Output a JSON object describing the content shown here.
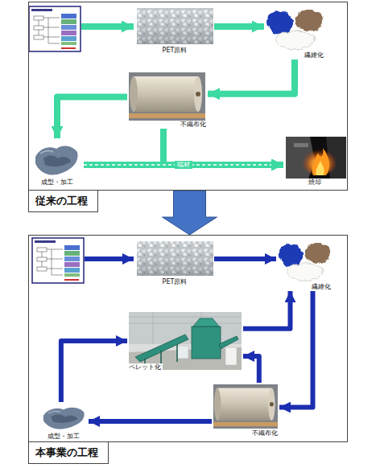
{
  "diagram": {
    "nodes": [
      {
        "text": [
          "従来の工程"
        ]
      },
      {
        "text": [
          "PET原料"
        ],
        "in": 0
      },
      {
        "text": [
          "繊維化"
        ],
        "in": 0
      },
      {
        "text": [
          "不織布化"
        ],
        "in": 0
      },
      {
        "text": [
          "成型・加工"
        ],
        "in": 0
      },
      {
        "text": [
          "焼却"
        ],
        "in": 0
      },
      {
        "text": [
          "本事業の工程"
        ]
      },
      {
        "text": [
          "PET原料"
        ],
        "in": 6
      },
      {
        "text": [
          "繊維化"
        ],
        "in": 6
      },
      {
        "text": [
          "ペレット化"
        ],
        "in": 6
      },
      {
        "text": [
          "成型・加工"
        ],
        "in": 6
      },
      {
        "text": [
          "不織布化"
        ],
        "in": 6
      }
    ],
    "edges": [
      {
        "from": 1,
        "to": 2,
        "arrow": "to"
      },
      {
        "from": 2,
        "to": 3,
        "arrow": "to"
      },
      {
        "from": 3,
        "to": 4,
        "arrow": "to"
      },
      {
        "from": 4,
        "to": 5,
        "arrow": "to",
        "label": "端材"
      },
      {
        "from": 3,
        "to": 5,
        "arrow": "to"
      },
      {
        "from": 0,
        "to": 6,
        "arrow": "to"
      },
      {
        "from": 7,
        "to": 8,
        "arrow": "to"
      },
      {
        "from": 8,
        "to": 11,
        "arrow": "to"
      },
      {
        "from": 11,
        "to": 10,
        "arrow": "to"
      },
      {
        "from": 10,
        "to": 9,
        "arrow": "to"
      },
      {
        "from": 11,
        "to": 9,
        "arrow": "to"
      },
      {
        "from": 9,
        "to": 8,
        "arrow": "to"
      }
    ]
  }
}
